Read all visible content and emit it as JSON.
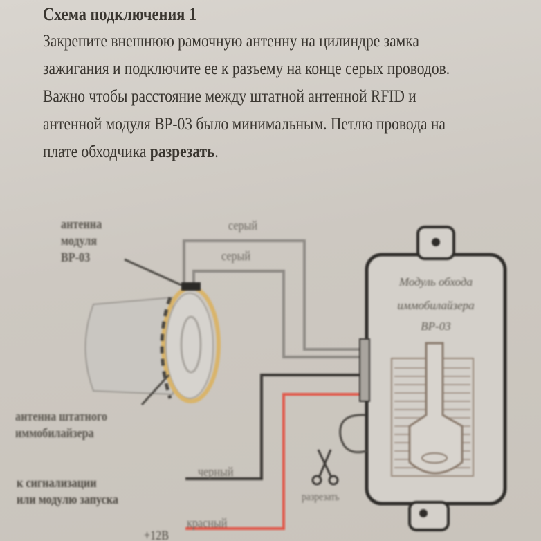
{
  "instruction": {
    "heading": "Схема подключения 1",
    "lines": [
      "Закрепите внешнюю рамочную антенну на цилиндре замка",
      "зажигания и подключите ее к разъему на конце серых проводов.",
      "Важно чтобы расстояние между штатной антенной RFID и",
      "антенной модуля ВР-03 было минимальным. Петлю провода на"
    ],
    "last_line_start": "плате обходчика ",
    "last_line_bold": "разрезать",
    "last_line_end": "."
  },
  "diagram": {
    "antenna_module_label": [
      "антенна",
      "модуля",
      "ВР-03"
    ],
    "wire_gray_1": "серый",
    "wire_gray_2": "серый",
    "immobilizer_antenna_label": [
      "антенна штатного",
      "иммобилайзера"
    ],
    "module_title": [
      "Модуль обхода",
      "иммобилайзера",
      "ВР-03"
    ],
    "signal_label": [
      "к сигнализации",
      "или модулю запуска"
    ],
    "wire_black": "черный",
    "wire_red": "красный",
    "plus12": "+12В",
    "cut_label": "разрезать",
    "colors": {
      "gray_wire": "#8e8a85",
      "black_wire": "#3b3835",
      "red_wire": "#e0584a",
      "antenna_ring": "#d9b46a"
    }
  }
}
